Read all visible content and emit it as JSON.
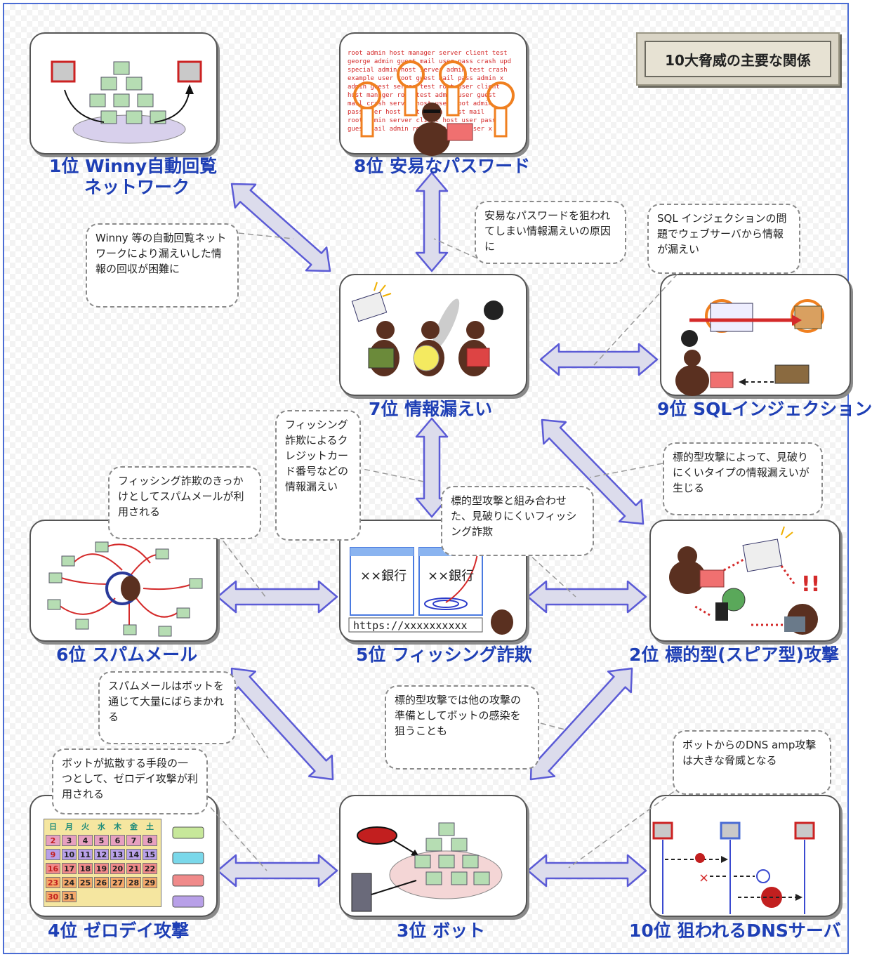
{
  "title": "10大脅威の主要な関係",
  "threats": {
    "winny": "1位 Winny自動回覧\nネットワーク",
    "spear": "2位 標的型(スピア型)攻撃",
    "bot": "3位 ボット",
    "zeroday": "4位 ゼロデイ攻撃",
    "phishing": "5位 フィッシング詐欺",
    "spam": "6位 スパムメール",
    "leak": "7位 情報漏えい",
    "password": "8位 安易なパスワード",
    "sql": "9位 SQLインジェクション",
    "dns": "10位 狙われるDNSサーバ"
  },
  "notes": {
    "winny_leak": "Winny 等の自動回覧ネットワークにより漏えいした情報の回収が困難に",
    "password_leak": "安易なパスワードを狙われてしまい情報漏えいの原因に",
    "sql_leak": "SQL インジェクションの問題でウェブサーバから情報が漏えい",
    "phishing_leak": "フィッシング詐欺によるクレジットカード番号などの情報漏えい",
    "spam_phishing": "フィッシング詐欺のきっかけとしてスパムメールが利用される",
    "spear_phishing": "標的型攻撃と組み合わせた、見破りにくいフィッシング詐欺",
    "spear_leak": "標的型攻撃によって、見破りにくいタイプの情報漏えいが生じる",
    "bot_spam": "スパムメールはボットを通じて大量にばらまかれる",
    "bot_spear": "標的型攻撃では他の攻撃の準備としてボットの感染を狙うことも",
    "bot_zeroday": "ボットが拡散する手段の一つとして、ゼロデイ攻撃が利用される",
    "dns_bot": "ボットからのDNS amp攻撃は大きな脅威となる"
  },
  "illustrations": {
    "phishing_window_text": "××銀行",
    "phishing_url": "https://xxxxxxxxxx",
    "calendar_days_header": [
      "日",
      "月",
      "火",
      "水",
      "木",
      "金",
      "土"
    ],
    "calendar_rows": [
      [
        "2",
        "3",
        "4",
        "5",
        "6",
        "7",
        "8"
      ],
      [
        "9",
        "10",
        "11",
        "12",
        "13",
        "14",
        "15"
      ],
      [
        "16",
        "17",
        "18",
        "19",
        "20",
        "21",
        "22"
      ],
      [
        "23",
        "24",
        "25",
        "26",
        "27",
        "28",
        "29"
      ],
      [
        "30",
        "31",
        "",
        "",
        "",
        "",
        ""
      ]
    ],
    "password_wordcloud": "root admin host manager server client test special admin2 example user guest mail",
    "colors": {
      "label_blue": "#1e3fb5",
      "arrow_fill": "#dcdcec",
      "arrow_stroke": "#5b5bd6",
      "accent_red": "#d42a2a",
      "accent_orange": "#f08020"
    }
  }
}
